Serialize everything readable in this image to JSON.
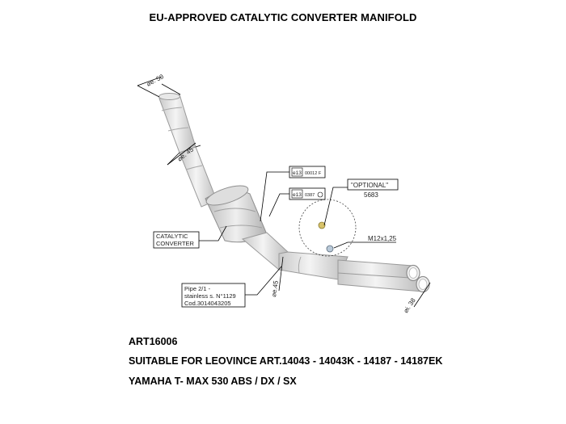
{
  "header": {
    "title": "EU-APPROVED CATALYTIC  CONVERTER MANIFOLD"
  },
  "labels": {
    "diameter_inlet": "⌀e. 50",
    "diameter_mid": "⌀e. 45",
    "diameter_lower": "⌀e.45",
    "diameter_outlet": "⌀i. 38",
    "approval_1_code": "e13",
    "approval_1_number": "00012 F",
    "approval_2_code": "e13",
    "approval_2_number": "0387",
    "optional_label": "\"OPTIONAL\"",
    "optional_code": "5683",
    "thread": "M12x1,25",
    "catalytic_line1": "CATALYTIC",
    "catalytic_line2": "CONVERTER",
    "pipe_line1": "Pipe 2/1 -",
    "pipe_line2": "stainless s. N°1129",
    "pipe_line3": "Cod.3014043205"
  },
  "footer": {
    "article": "ART16006",
    "suitable": "SUITABLE FOR LEOVINCE ART.14043 - 14043K - 14187 - 14187EK",
    "model": "YAMAHA T- MAX  530 ABS / DX / SX"
  }
}
